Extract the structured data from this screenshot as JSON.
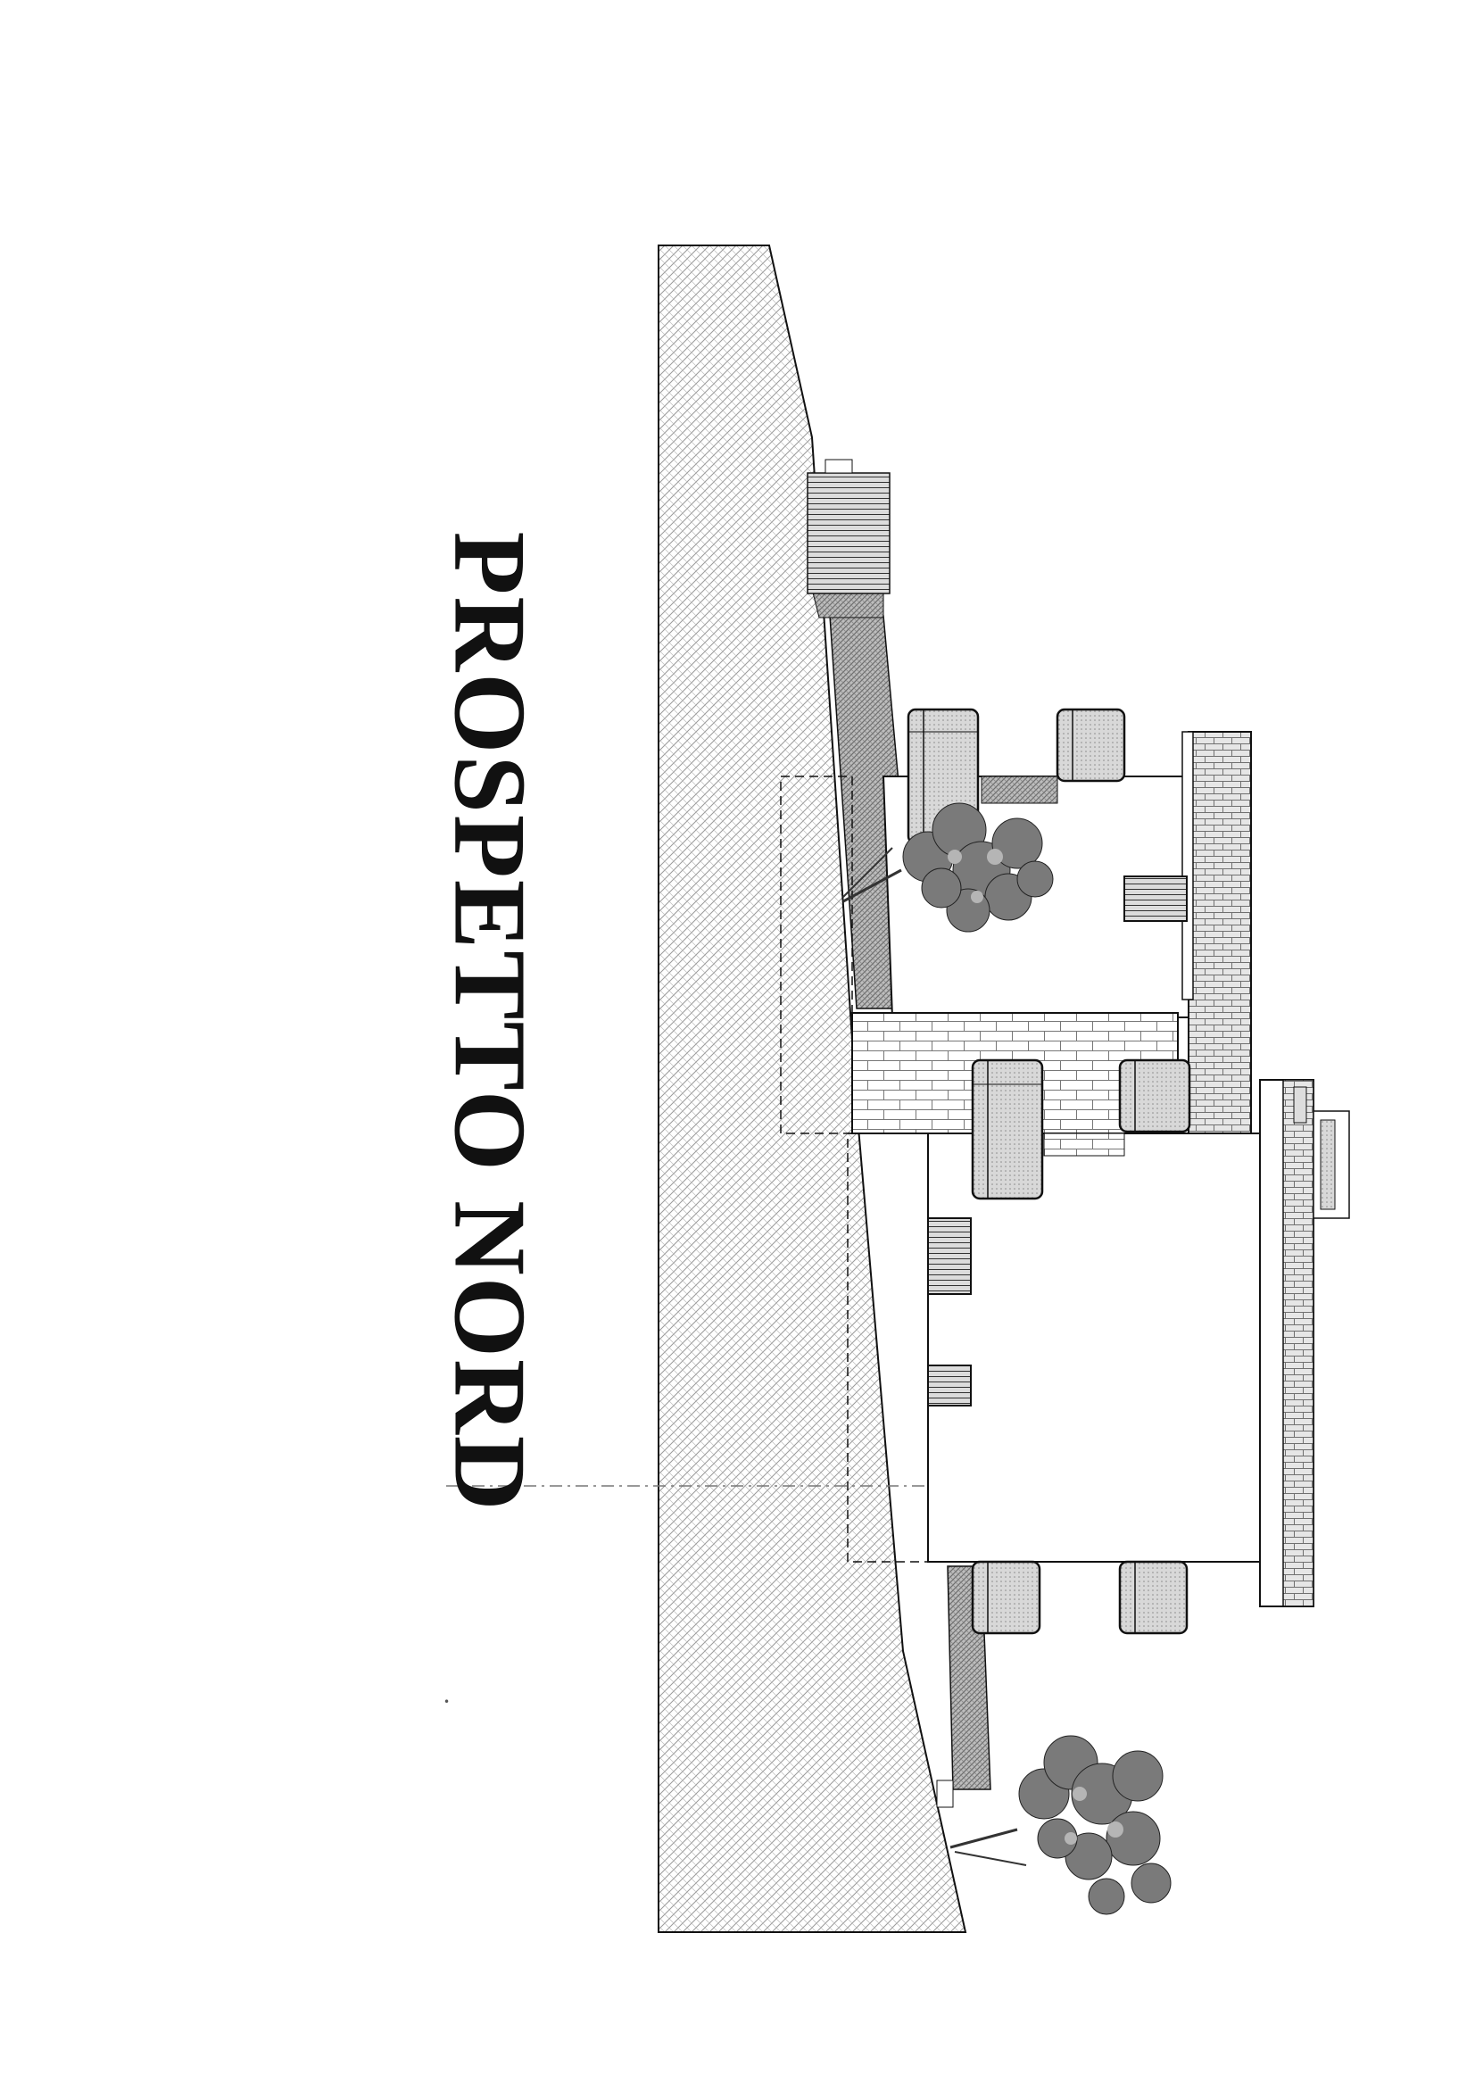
{
  "drawing": {
    "title": "PROSPETTO NORD"
  },
  "colors": {
    "ink": "#111111",
    "hatch": "#8c8c8c",
    "shade": "#9a9a9a",
    "paper": "#ffffff"
  },
  "elements": {
    "terrain": "ground-hatch",
    "wall_texture": "masonry-pattern",
    "vegetation": "tree-icon"
  }
}
